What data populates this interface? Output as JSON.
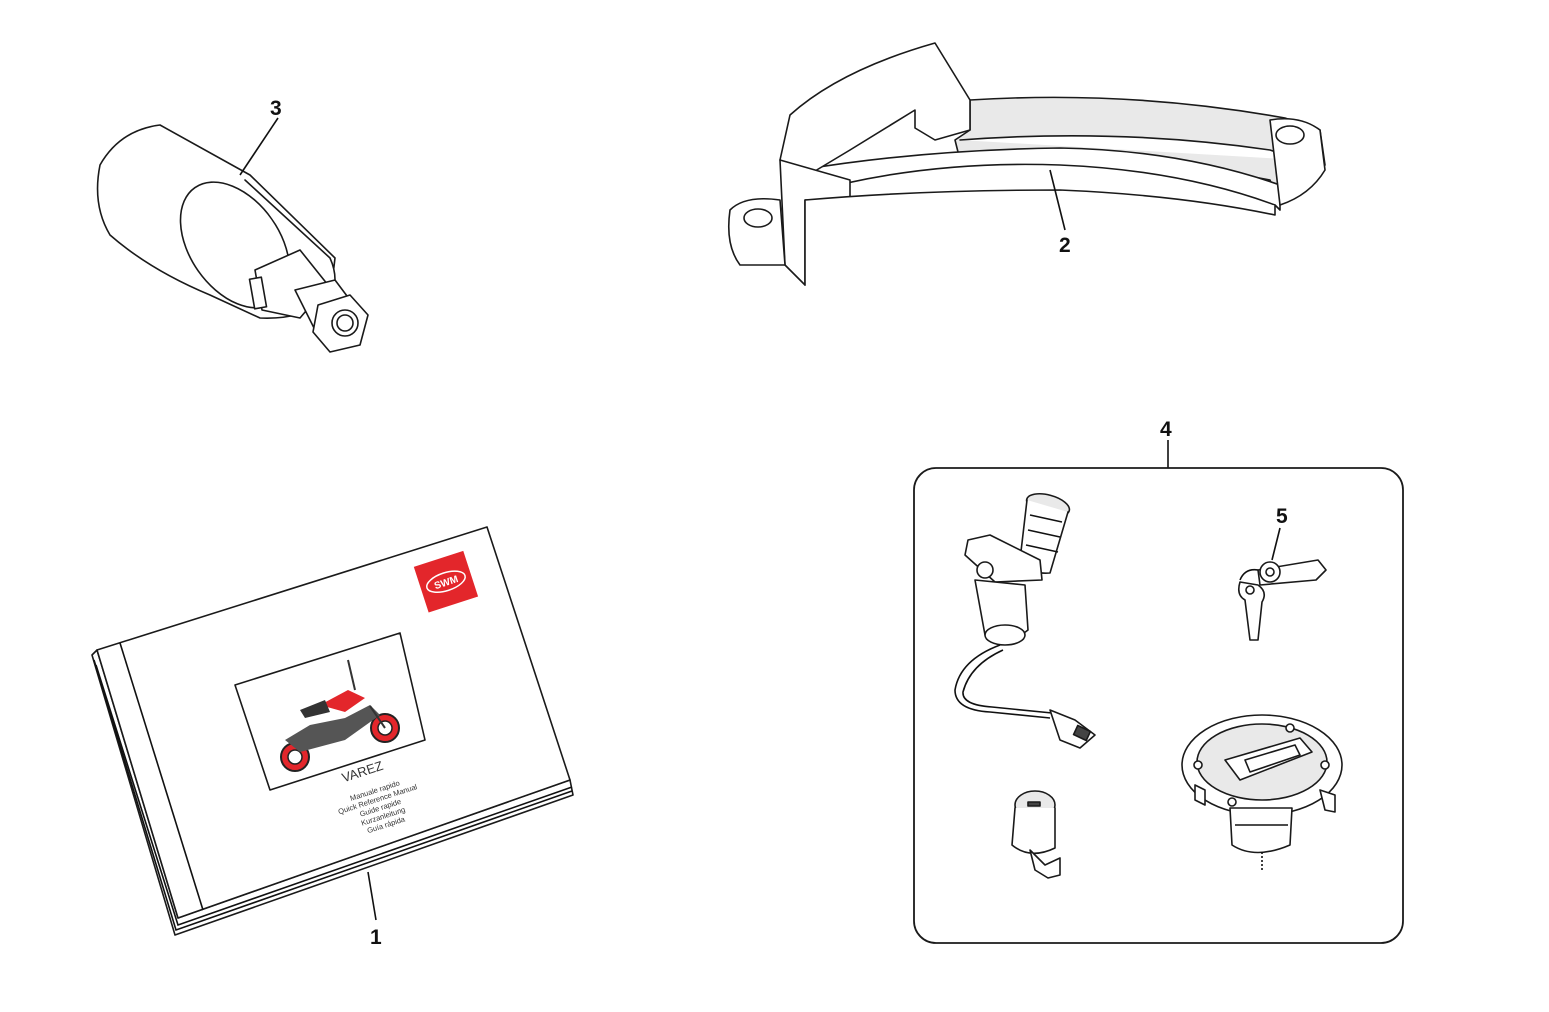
{
  "callouts": {
    "c1": "1",
    "c2": "2",
    "c3": "3",
    "c4": "4",
    "c5": "5"
  },
  "manual": {
    "brand": "SWM",
    "model": "VAREZ",
    "subtitles": [
      "Manuale rapido",
      "Quick Reference Manual",
      "Guide rapide",
      "Kurzanleitung",
      "Guía rápida"
    ]
  },
  "colors": {
    "brand_red": "#e3262b",
    "line": "#1a1a1a"
  }
}
